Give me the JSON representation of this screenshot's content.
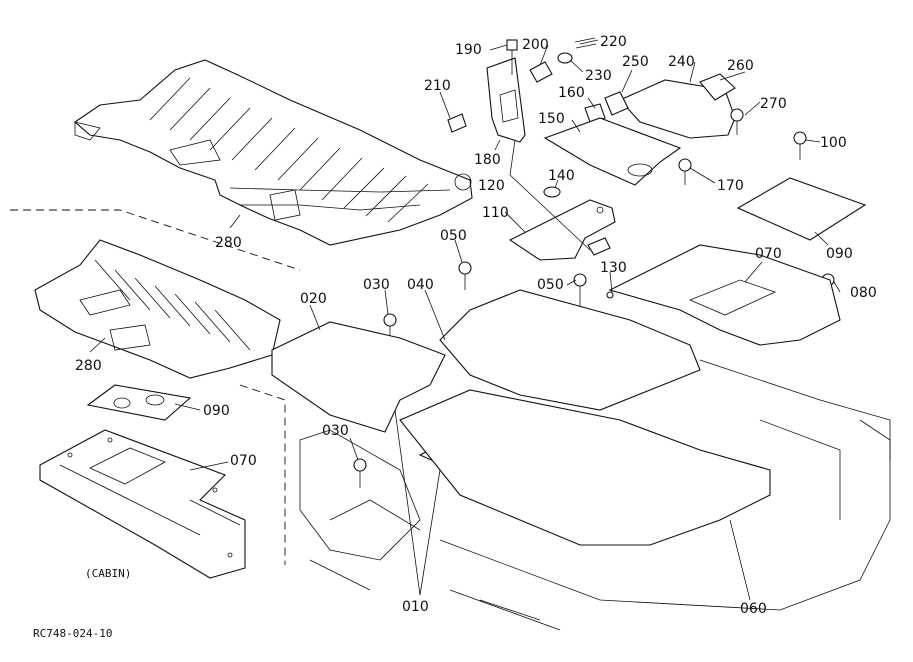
{
  "drawing": {
    "code": "RC748-024-10",
    "cabin_note": "(CABIN)"
  },
  "callouts": [
    {
      "id": "c190",
      "text": "190"
    },
    {
      "id": "c200",
      "text": "200"
    },
    {
      "id": "c220",
      "text": "220"
    },
    {
      "id": "c230",
      "text": "230"
    },
    {
      "id": "c250",
      "text": "250"
    },
    {
      "id": "c240",
      "text": "240"
    },
    {
      "id": "c260",
      "text": "260"
    },
    {
      "id": "c210",
      "text": "210"
    },
    {
      "id": "c160",
      "text": "160"
    },
    {
      "id": "c270",
      "text": "270"
    },
    {
      "id": "c150",
      "text": "150"
    },
    {
      "id": "c100",
      "text": "100"
    },
    {
      "id": "c180",
      "text": "180"
    },
    {
      "id": "c170",
      "text": "170"
    },
    {
      "id": "c120",
      "text": "120"
    },
    {
      "id": "c140",
      "text": "140"
    },
    {
      "id": "c110",
      "text": "110"
    },
    {
      "id": "c090a",
      "text": "090"
    },
    {
      "id": "c280a",
      "text": "280"
    },
    {
      "id": "c050a",
      "text": "050"
    },
    {
      "id": "c070a",
      "text": "070"
    },
    {
      "id": "c130",
      "text": "130"
    },
    {
      "id": "c030a",
      "text": "030"
    },
    {
      "id": "c040",
      "text": "040"
    },
    {
      "id": "c050b",
      "text": "050"
    },
    {
      "id": "c080",
      "text": "080"
    },
    {
      "id": "c020",
      "text": "020"
    },
    {
      "id": "c280b",
      "text": "280"
    },
    {
      "id": "c090b",
      "text": "090"
    },
    {
      "id": "c070b",
      "text": "070"
    },
    {
      "id": "c030b",
      "text": "030"
    },
    {
      "id": "c010",
      "text": "010"
    },
    {
      "id": "c060",
      "text": "060"
    }
  ]
}
